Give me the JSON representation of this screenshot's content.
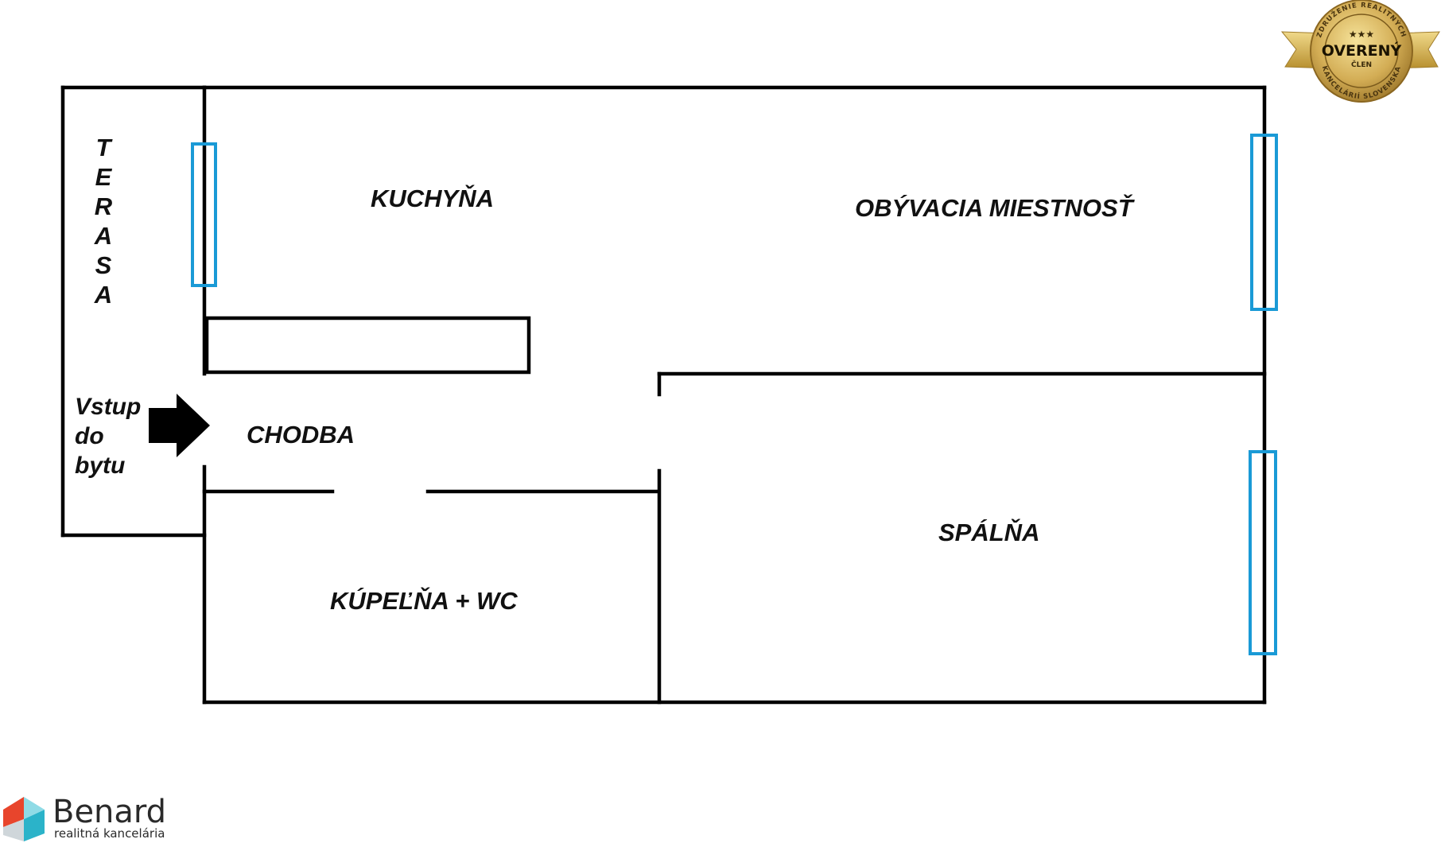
{
  "floorplan": {
    "rooms": {
      "kitchen": "KUCHYŇA",
      "living_room": "OBÝVACIA MIESTNOSŤ",
      "hallway": "CHODBA",
      "bedroom": "SPÁLŇA",
      "bathroom": "KÚPEĽŇA + WC"
    },
    "terrace_letters": [
      "T",
      "E",
      "R",
      "A",
      "S",
      "A"
    ],
    "entrance_lines": [
      "Vstup",
      "do",
      "bytu"
    ]
  },
  "branding": {
    "seal": {
      "main": "OVERENÝ",
      "sub": "ČLEN",
      "ring_top": "ZDRUŽENIE REALITNÝCH",
      "ring_bottom": "KANCELÁRIÍ SLOVENSKA",
      "stars": "★★★"
    },
    "logo": {
      "name": "Benard",
      "tagline": "realitná kancelária"
    }
  },
  "colors": {
    "wall": "#000000",
    "window": "#1a9ad6",
    "seal_gold": "#c9a247",
    "logo_red": "#e8452c",
    "logo_teal": "#2bb3c9"
  }
}
